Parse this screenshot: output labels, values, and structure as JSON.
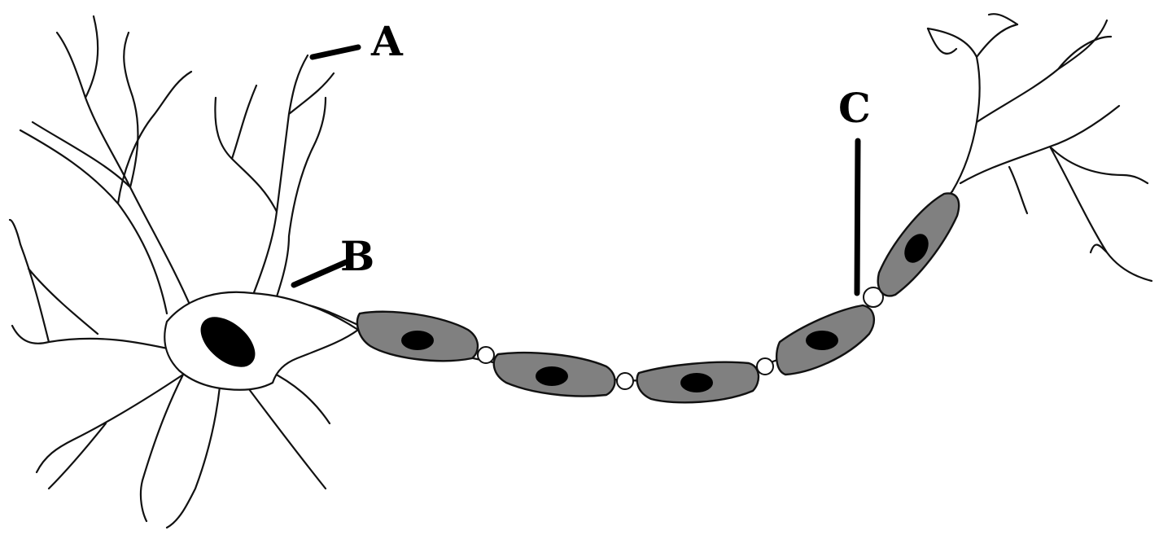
{
  "labels": {
    "A": "A",
    "B": "B",
    "C": "C"
  },
  "colors": {
    "outline": "#111111",
    "myelin": "#808080",
    "nucleus": "#000000",
    "background": "#ffffff"
  }
}
